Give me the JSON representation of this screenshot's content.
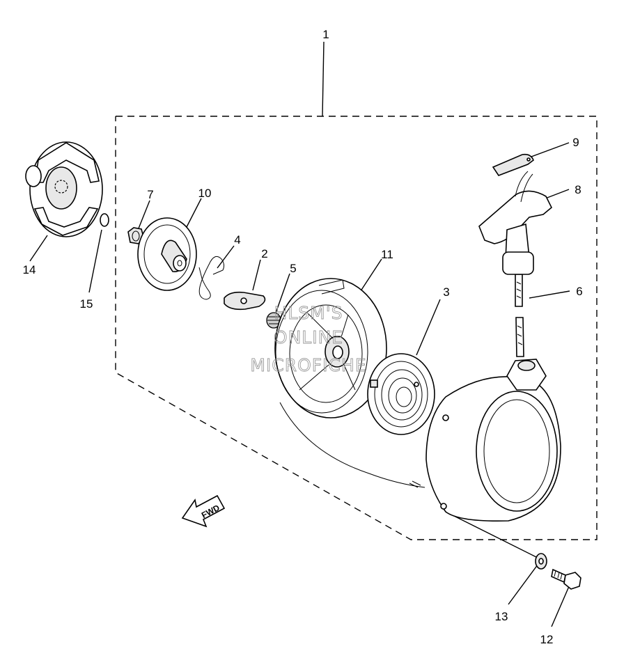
{
  "diagram": {
    "callouts": [
      {
        "id": "c1",
        "label": "1"
      },
      {
        "id": "c2",
        "label": "2"
      },
      {
        "id": "c3",
        "label": "3"
      },
      {
        "id": "c4",
        "label": "4"
      },
      {
        "id": "c5",
        "label": "5"
      },
      {
        "id": "c6",
        "label": "6"
      },
      {
        "id": "c7",
        "label": "7"
      },
      {
        "id": "c8",
        "label": "8"
      },
      {
        "id": "c9",
        "label": "9"
      },
      {
        "id": "c10",
        "label": "10"
      },
      {
        "id": "c11",
        "label": "11"
      },
      {
        "id": "c12",
        "label": "12"
      },
      {
        "id": "c13",
        "label": "13"
      },
      {
        "id": "c14",
        "label": "14"
      },
      {
        "id": "c15",
        "label": "15"
      }
    ],
    "direction_arrow": {
      "label": "FWD"
    },
    "watermark": {
      "line1": "HLSM'S",
      "line2": "ONLINE",
      "line3": "MICROFICHE"
    }
  }
}
